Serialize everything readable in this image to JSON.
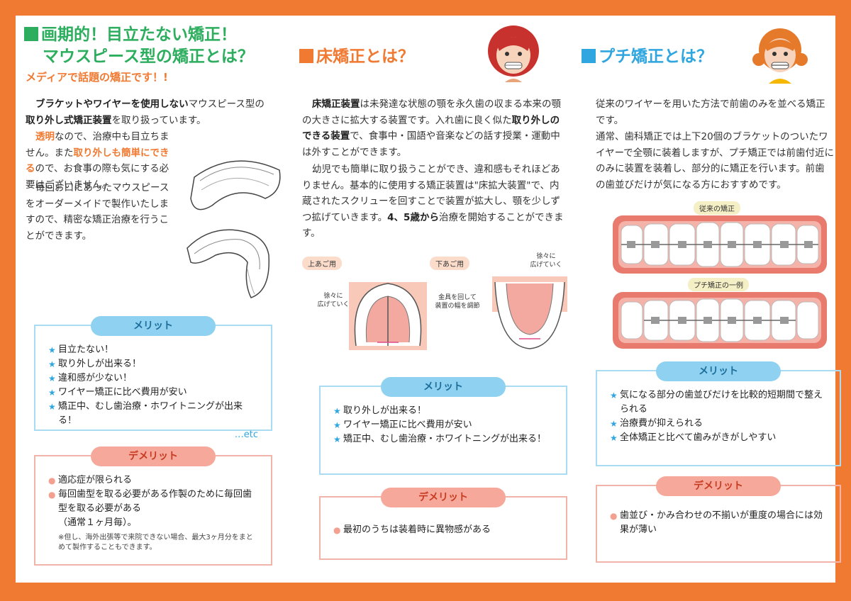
{
  "colors": {
    "frame": "#F07A32",
    "green": "#2DAE5E",
    "blue": "#2FA6DF",
    "pink": "#F6A99A"
  },
  "col1": {
    "title_line1": "画期的！目立たない矯正！",
    "title_line2": "マウスピース型の矯正とは？",
    "subtitle": "メディアで話題の矯正です！!",
    "p1_bold": "ブラケットやワイヤーを使用しない",
    "p1_rest1": "マウスピース型の",
    "p1_bold2": "取り外し式矯正装置",
    "p1_rest2": "を取り扱っています。",
    "p2_hl1": "透明",
    "p2_a": "なので、治療中も目立ちません。また",
    "p2_hl2": "取り外しも簡単にできる",
    "p2_b": "ので、お食事の際も気にする必要はございません。",
    "p3": "毎回お口にあったマウスピースをオーダーメイドで製作いたしますので、精密な矯正治療を行うことができます。",
    "merit_title": "メリット",
    "merits": [
      "目立たない！",
      "取り外しが出来る！",
      "違和感が少ない！",
      "ワイヤー矯正に比べ費用が安い",
      "矯正中、むし歯治療・ホワイトニングが出来る！"
    ],
    "merit_etc": "…etc",
    "demerit_title": "デメリット",
    "demerits": [
      "適応症が限られる",
      "毎回歯型を取る必要がある作製のために毎回歯型を取る必要がある",
      "（通常１ヶ月毎）。"
    ],
    "demerit_note": "※但し、海外出張等で来院できない場合、最大3ヶ月分をまとめて製作することもできます。"
  },
  "col2": {
    "title": "床矯正とは？",
    "p1_bold": "床矯正装置",
    "p1_a": "は未発達な状態の顎を永久歯の収まる本来の顎の大きさに拡大する装置です。入れ歯に良く似た",
    "p1_bold2": "取り外しのできる装置",
    "p1_b": "で、食事中・国語や音楽などの話す授業・運動中は外すことができます。",
    "p2_a": "幼児でも簡単に取り扱うことができ、違和感もそれほどありません。基本的に使用する矯正装置は\"床拡大装置\"で、内蔵されたスクリューを回すことで装置が拡大し、顎を少しずつ拡げていきます。",
    "p2_bold": "4、5歳から",
    "p2_b": "治療を開始することができます。",
    "tag_upper": "上あご用",
    "tag_lower": "下あご用",
    "label_widen_left": "徐々に\n広げていく",
    "label_screw": "金具を回して\n装置の幅を調節",
    "label_widen_right": "徐々に\n広げていく",
    "merit_title": "メリット",
    "merits": [
      "取り外しが出来る！",
      "ワイヤー矯正に比べ費用が安い",
      "矯正中、むし歯治療・ホワイトニングが出来る！"
    ],
    "demerit_title": "デメリット",
    "demerits": [
      "最初のうちは装着時に異物感がある"
    ]
  },
  "col3": {
    "title": "プチ矯正とは？",
    "p1": "従来のワイヤーを用いた方法で前歯のみを並べる矯正です。",
    "p2": "通常、歯科矯正では上下20個のブラケットのついたワイヤーで全顎に装着しますが、プチ矯正では前歯付近にのみに装置を装着し、部分的に矯正を行います。前歯の歯並びだけが気になる方におすすめです。",
    "tag_conventional": "従来の矯正",
    "tag_petit": "プチ矯正の一例",
    "merit_title": "メリット",
    "merits": [
      "気になる部分の歯並びだけを比較的短期間で整えられる",
      "治療費が抑えられる",
      "全体矯正と比べて歯みがきがしやすい"
    ],
    "demerit_title": "デメリット",
    "demerits": [
      "歯並び・かみ合わせの不揃いが重度の場合には効果が薄い"
    ]
  }
}
